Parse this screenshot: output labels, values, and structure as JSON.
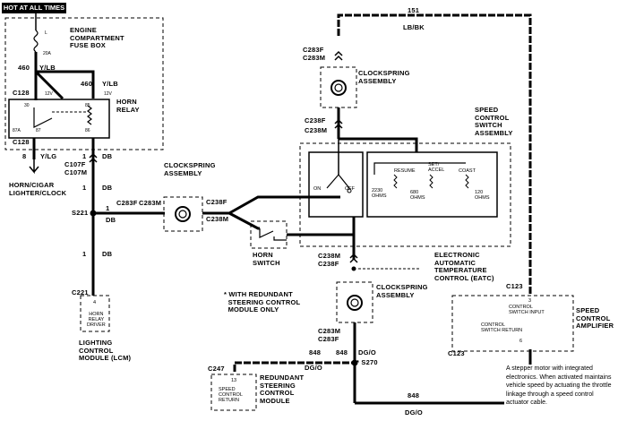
{
  "header": {
    "hot_label": "HOT AT ALL TIMES"
  },
  "top_wire": {
    "circuit": "151",
    "color": "LB/BK"
  },
  "fuse_box": {
    "title": "ENGINE\nCOMPARTMENT\nFUSE BOX",
    "fuse_letter": "L",
    "fuse_rating": "20A"
  },
  "horn_relay": {
    "title": "HORN\nRELAY",
    "connector": "C128",
    "connector_bottom": "C128",
    "pin_30": "30",
    "pin_85": "85",
    "pin_87a": "87A",
    "pin_87": "87",
    "pin_86": "86",
    "pin_12v_left": "12V",
    "pin_12v_right": "12V",
    "wire_460_left": "460",
    "wire_460_left_color": "Y/LB",
    "wire_460_right": "460",
    "wire_460_right_color": "Y/LB",
    "wire_8": "8",
    "wire_8_color": "Y/LG",
    "wire_1": "1",
    "wire_1_color": "DB"
  },
  "horn_output": "HORN/CIGAR\nLIGHTER/CLOCK",
  "left_branch": {
    "c107f": "C107F",
    "c107m": "C107M",
    "wire1_a": "1",
    "wire1_a_color": "DB",
    "splice": "S221",
    "splice_wire": "1",
    "splice_wire_color": "DB",
    "wire1_b": "1",
    "wire1_b_color": "DB",
    "wire1_c": "1",
    "wire1_c_color": "DB",
    "c283f": "C283F",
    "c283m": "C283M"
  },
  "clockspring_left": {
    "title": "CLOCKSPRING\nASSEMBLY",
    "c238f": "C238F",
    "c238m": "C238M"
  },
  "lcm": {
    "connector": "C221",
    "pin": "4",
    "pin_text": "HORN\nRELAY\nDRIVER",
    "title": "LIGHTING\nCONTROL\nMODULE (LCM)"
  },
  "horn_switch": {
    "title": "HORN\nSWITCH"
  },
  "clockspring_top": {
    "title": "CLOCKSPRING\nASSEMBLY",
    "c283f": "C283F",
    "c283m": "C283M",
    "c238f": "C238F",
    "c238m": "C238M"
  },
  "speed_switch": {
    "title": "SPEED\nCONTROL\nSWITCH\nASSEMBLY",
    "on": "ON",
    "off": "OFF",
    "resume": "RESUME",
    "set_accel": "SET/\nACCEL",
    "coast": "COAST",
    "r1": "2230\nOHMS",
    "r2": "680\nOHMS",
    "r3": "120\nOHMS"
  },
  "mid_connectors": {
    "c238m": "C238M",
    "c238f": "C238F"
  },
  "eatc": {
    "title": "ELECTRONIC\nAUTOMATIC\nTEMPERATURE\nCONTROL (EATC)"
  },
  "clockspring_bottom": {
    "title": "CLOCKSPRING\nASSEMBLY",
    "c283m": "C283M",
    "c283f": "C283F"
  },
  "footnote": "* WITH REDUNDANT\n  STEERING CONTROL\n  MODULE ONLY",
  "lower_wires": {
    "w848_left": "848",
    "w848_left_color": "DG/O",
    "w848_right": "848",
    "w848_right_color": "DG/O",
    "splice": "* S270",
    "w848_bottom": "848",
    "w848_bottom_color": "DG/O"
  },
  "redundant_module": {
    "connector": "C247",
    "pin": "13",
    "pin_text": "SPEED\nCONTROL\nRETURN",
    "title": "REDUNDANT\nSTEERING\nCONTROL\nMODULE"
  },
  "amplifier": {
    "connector_top": "C123",
    "connector_bottom": "C123",
    "pin3": "3",
    "pin3_text": "CONTROL\nSWITCH INPUT",
    "pin6": "6",
    "pin6_text": "CONTROL\nSWITCH RETURN",
    "title": "SPEED\nCONTROL\nAMPLIFIER"
  },
  "note": "A stepper motor with integrated electronics. When activated maintains vehicle speed by actuating the throttle linkage through a speed control actuator cable."
}
